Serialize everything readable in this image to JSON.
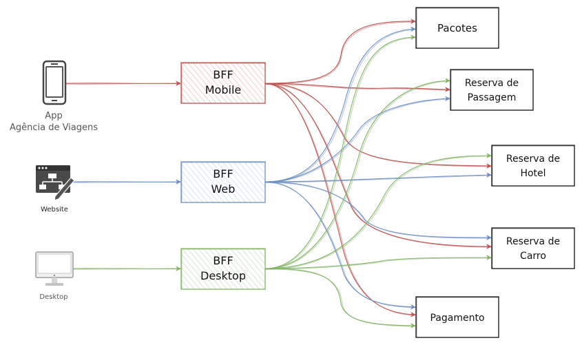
{
  "clients": {
    "app": {
      "label_line1": "App",
      "label_line2": "Agência de Viagens",
      "icon": "smartphone-icon"
    },
    "website": {
      "label": "Website",
      "icon": "website-sitemap-icon"
    },
    "desktop": {
      "label": "Desktop",
      "icon": "desktop-monitor-icon"
    }
  },
  "bffs": {
    "mobile": {
      "line1": "BFF",
      "line2": "Mobile"
    },
    "web": {
      "line1": "BFF",
      "line2": "Web"
    },
    "desktop": {
      "line1": "BFF",
      "line2": "Desktop"
    }
  },
  "services": {
    "pacotes": {
      "line1": "Pacotes"
    },
    "passagem": {
      "line1": "Reserva de",
      "line2": "Passagem"
    },
    "hotel": {
      "line1": "Reserva de",
      "line2": "Hotel"
    },
    "carro": {
      "line1": "Reserva de",
      "line2": "Carro"
    },
    "pagamento": {
      "line1": "Pagamento"
    }
  },
  "colors": {
    "mobile": "#b85450",
    "web": "#6c8ebf",
    "desktop": "#82b366",
    "mobile_fill": "#f8cecc",
    "web_fill": "#dae8fc",
    "desktop_fill": "#d5e8d4",
    "ink": "#111111"
  }
}
